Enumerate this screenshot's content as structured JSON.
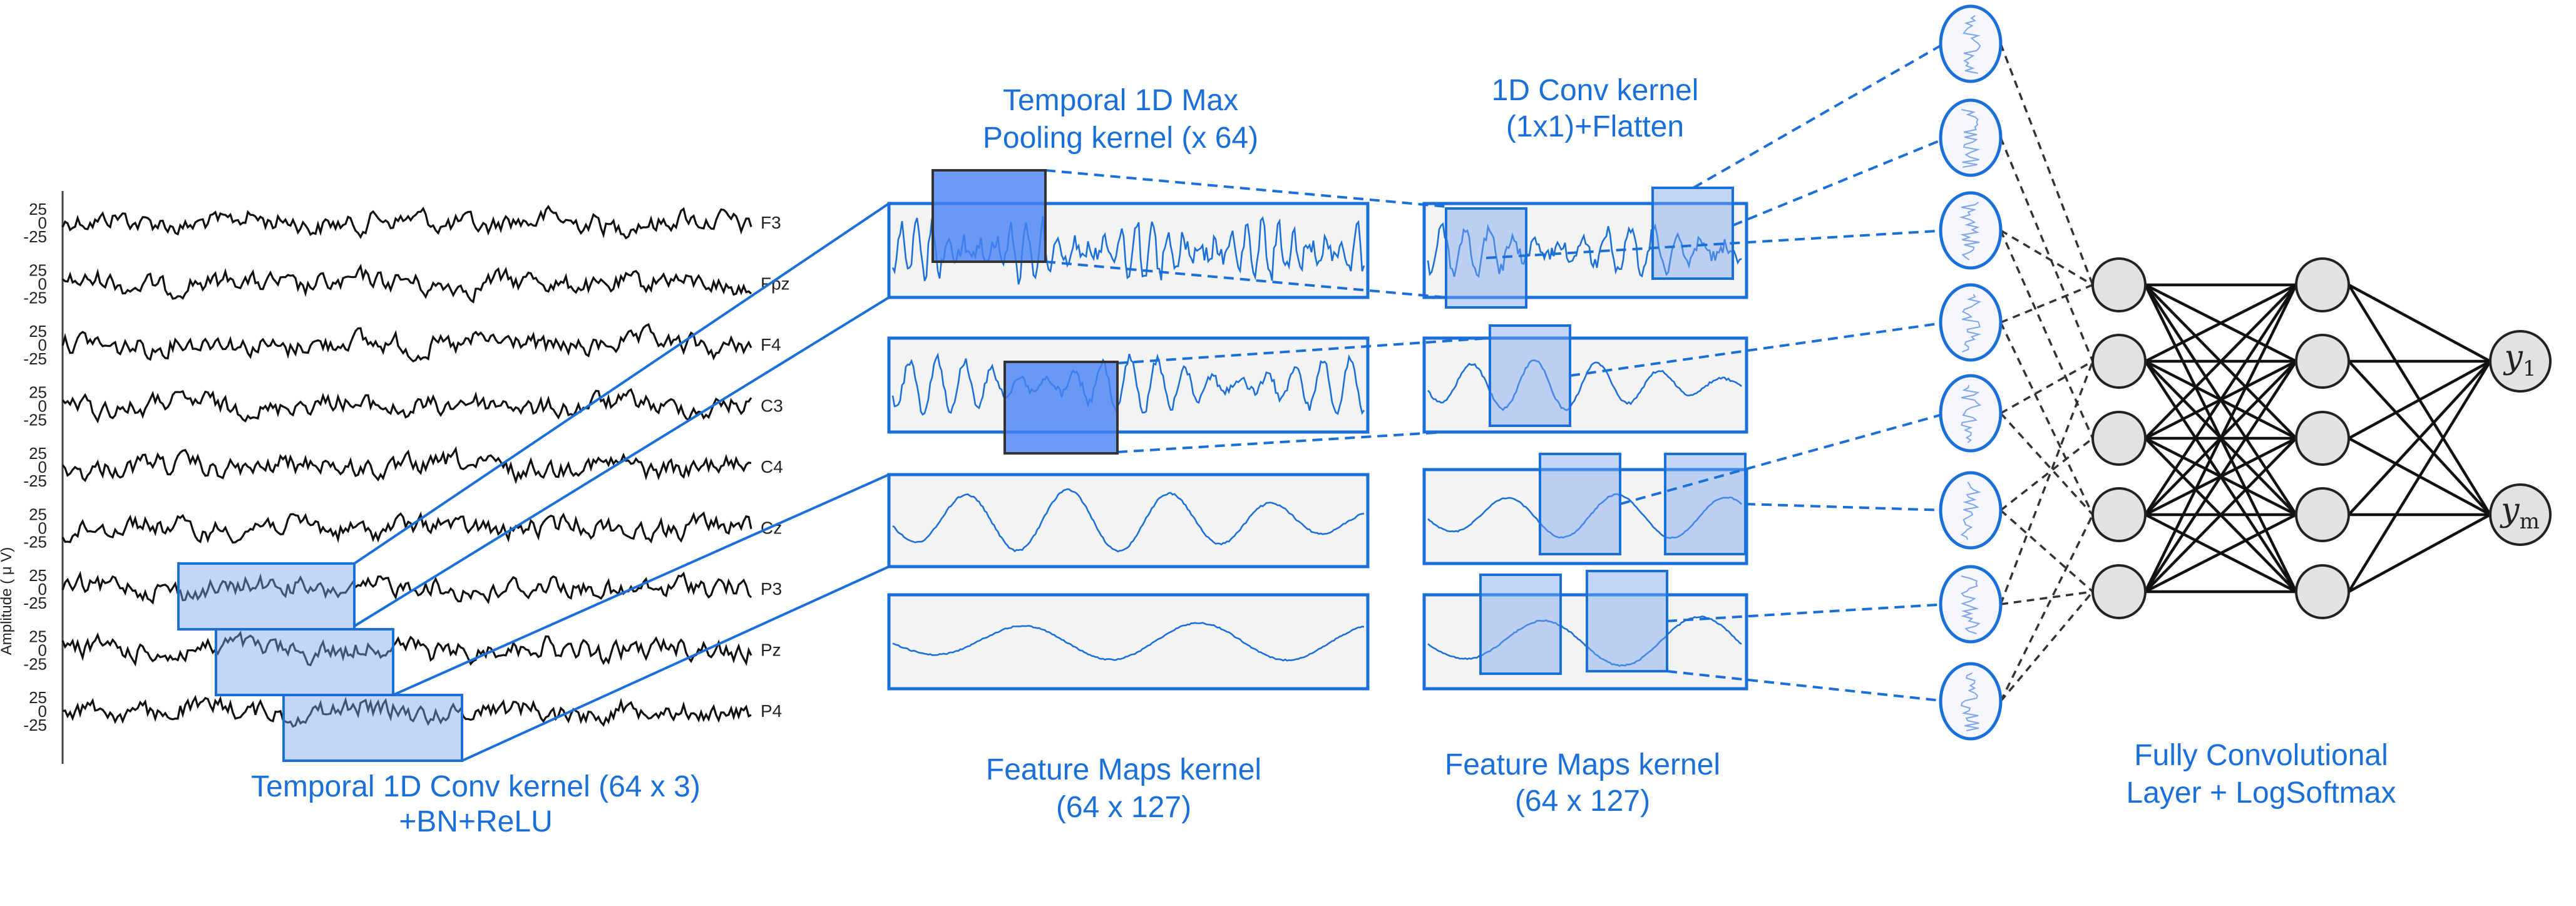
{
  "captions": {
    "conv": [
      "Temporal 1D Conv kernel (64 x 3)",
      "+BN+ReLU"
    ],
    "pool": [
      "Temporal 1D Max",
      "Pooling kernel (x 64)"
    ],
    "fmaps1": [
      "Feature Maps kernel",
      "(64 x 127)"
    ],
    "conv1x1": [
      "1D Conv kernel",
      "(1x1)+Flatten"
    ],
    "fmaps2": [
      "Feature Maps kernel",
      "(64 x 127)"
    ],
    "fc": [
      "Fully Convolutional",
      "Layer + LogSoftmax"
    ]
  },
  "eeg": {
    "ylabel": "Amplitude ( μ V)",
    "tick_top": "25",
    "tick_mid": "0",
    "tick_bot": "-25",
    "channels": [
      "F3",
      "Fpz",
      "F4",
      "C3",
      "C4",
      "Cz",
      "P3",
      "Pz",
      "P4"
    ]
  },
  "outputs": {
    "y1": {
      "base": "y",
      "sub": "1"
    },
    "ym": {
      "base": "y",
      "sub": "m"
    }
  },
  "colors": {
    "accent": "#1a6fd8",
    "kernel_light": "#9ebcf2",
    "kernel_dark": "#4a84f0",
    "neuron": "#e2e2e2"
  }
}
